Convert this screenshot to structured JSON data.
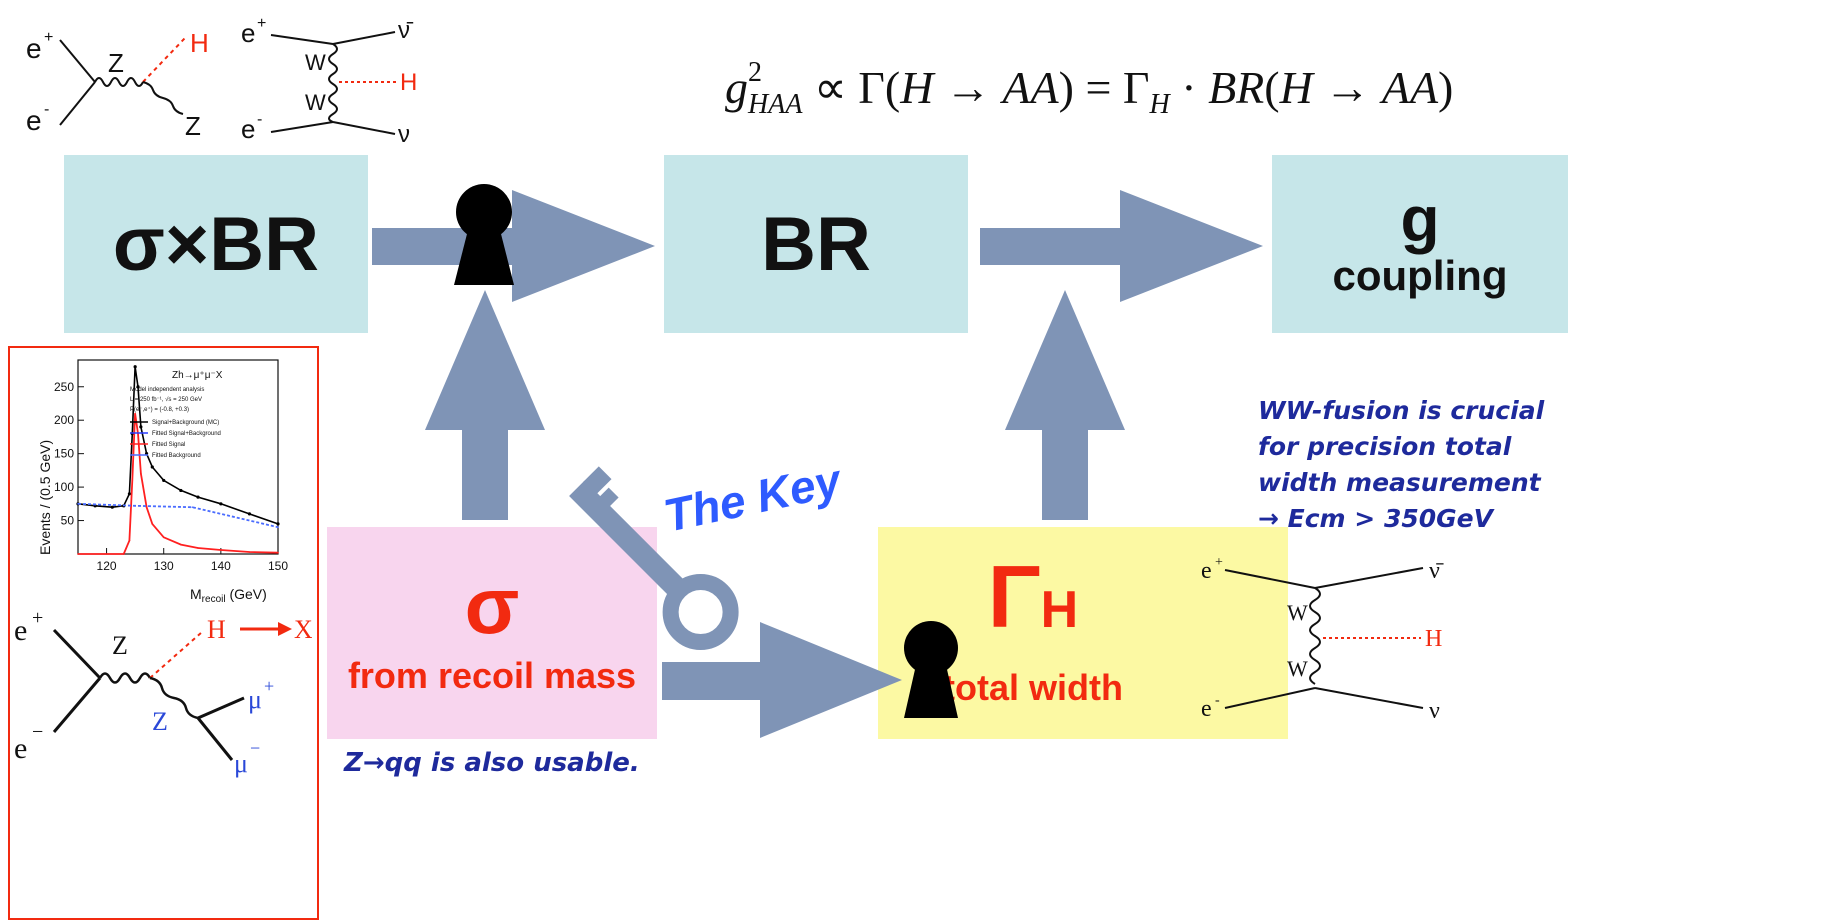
{
  "formula": {
    "lhs_g": "g",
    "lhs_sup": "2",
    "lhs_sub": "HAA",
    "rest_1": " ∝ Γ(",
    "rest_h1": "H",
    "rest_arrow1": " → ",
    "rest_aa1": "AA",
    "rest_2": ") = Γ",
    "rest_sub_h": "H",
    "rest_3": " · ",
    "rest_br": "BR",
    "rest_4": "(",
    "rest_h2": "H",
    "rest_arrow2": " → ",
    "rest_aa2": "AA",
    "rest_5": ")"
  },
  "boxes": {
    "sigma_br": "σ×BR",
    "br": "BR",
    "g": "g",
    "coupling": "coupling",
    "sigma_symbol": "σ",
    "sigma_caption": "from recoil mass",
    "gamma_symbol": "Γ",
    "gamma_sub": "H",
    "gamma_caption": "total width"
  },
  "key_label": "The Key",
  "notes": {
    "ww_fusion_line1": "WW-fusion is crucial",
    "ww_fusion_line2": "for precision total",
    "ww_fusion_line3": "width measurement",
    "ww_fusion_line4": "→ Ecm > 350GeV",
    "zqq": "Z→qq is also usable."
  },
  "feynman": {
    "zh": {
      "e_plus": "e",
      "e_minus": "e",
      "plus": "+",
      "minus": "-",
      "z1": "Z",
      "z2": "Z",
      "h": "H"
    },
    "ww_top": {
      "e_plus": "e",
      "e_minus": "e",
      "plus": "+",
      "minus": "-",
      "w1": "W",
      "w2": "W",
      "h": "H",
      "nubar": "ν̄",
      "nu": "ν"
    },
    "ww_right": {
      "e_plus": "e",
      "e_minus": "e",
      "plus": "+",
      "minus": "-",
      "w1": "W",
      "w2": "W",
      "h": "H",
      "nubar": "ν̄",
      "nu": "ν"
    },
    "recoil": {
      "e_plus": "e",
      "e_minus": "e",
      "plus": "+",
      "minus": "−",
      "z1": "Z",
      "z2": "Z",
      "h": "H",
      "x": "X",
      "mu_plus": "μ",
      "mu_minus": "μ"
    }
  },
  "recoil_plot": {
    "ylabel": "Events / (0.5 GeV)",
    "xlabel_main": "M",
    "xlabel_sub": "recoil",
    "xlabel_unit": " (GeV)",
    "legend_title": "Zh→μ⁺μ⁻X",
    "legend_line1": "Model independent analysis",
    "legend_line2": "L = 250 fb⁻¹, √s = 250 GeV",
    "legend_line3": "P(e⁻,e⁺) = (-0.8, +0.3)",
    "legend_items": [
      "Signal+Background (MC)",
      "Fitted Signal+Background",
      "Fitted Signal",
      "Fitted Background"
    ],
    "legend_colors": [
      "#000000",
      "#2a3cff",
      "#ff2020",
      "#4a6cff"
    ],
    "x_ticks": [
      "120",
      "130",
      "140",
      "150"
    ],
    "y_ticks": [
      "50",
      "100",
      "150",
      "200",
      "250"
    ]
  },
  "chart_data": {
    "type": "line",
    "xlabel": "Mrecoil (GeV)",
    "ylabel": "Events / (0.5 GeV)",
    "xlim": [
      115,
      150
    ],
    "ylim": [
      0,
      290
    ],
    "series": [
      {
        "name": "Signal+Background (MC)",
        "x": [
          115,
          118,
          121,
          123,
          124,
          124.5,
          125,
          125.5,
          126,
          127,
          128,
          130,
          133,
          136,
          140,
          145,
          150
        ],
        "y": [
          75,
          72,
          70,
          72,
          90,
          180,
          280,
          250,
          190,
          150,
          130,
          110,
          95,
          85,
          75,
          60,
          45
        ]
      },
      {
        "name": "Fitted Signal",
        "x": [
          115,
          123,
          124,
          124.5,
          125,
          125.5,
          126,
          127,
          128,
          130,
          133,
          136,
          140,
          145,
          150
        ],
        "y": [
          0,
          0,
          20,
          110,
          210,
          180,
          120,
          70,
          45,
          25,
          14,
          9,
          6,
          3,
          2
        ]
      },
      {
        "name": "Fitted Background",
        "x": [
          115,
          125,
          135,
          150
        ],
        "y": [
          75,
          72,
          70,
          40
        ]
      }
    ]
  }
}
